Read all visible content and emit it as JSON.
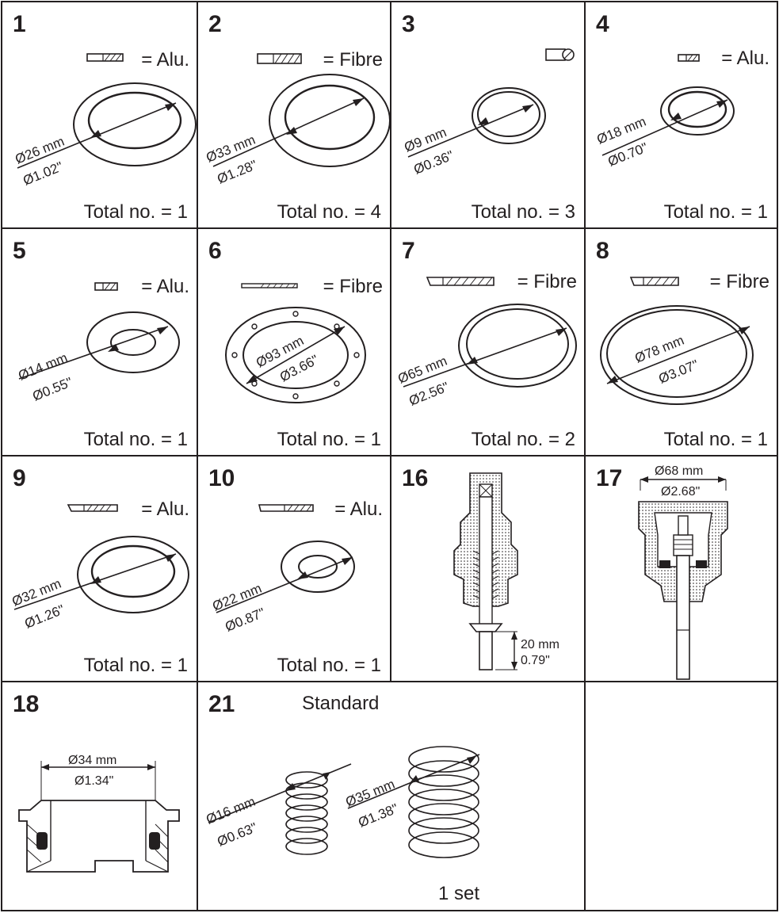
{
  "cells": [
    {
      "num": "1",
      "material": "= Alu.",
      "dim_mm": "Ø26 mm",
      "dim_in": "Ø1.02\"",
      "total": "Total no. = 1"
    },
    {
      "num": "2",
      "material": "= Fibre",
      "dim_mm": "Ø33 mm",
      "dim_in": "Ø1.28\"",
      "total": "Total no. = 4"
    },
    {
      "num": "3",
      "material": "",
      "dim_mm": "Ø9 mm",
      "dim_in": "Ø0.36\"",
      "total": "Total no. = 3"
    },
    {
      "num": "4",
      "material": "= Alu.",
      "dim_mm": "Ø18 mm",
      "dim_in": "Ø0.70\"",
      "total": "Total no. = 1"
    },
    {
      "num": "5",
      "material": "= Alu.",
      "dim_mm": "Ø14 mm",
      "dim_in": "Ø0.55\"",
      "total": "Total no. = 1"
    },
    {
      "num": "6",
      "material": "= Fibre",
      "dim_mm": "Ø93 mm",
      "dim_in": "Ø3.66\"",
      "total": "Total no. = 1"
    },
    {
      "num": "7",
      "material": "= Fibre",
      "dim_mm": "Ø65 mm",
      "dim_in": "Ø2.56\"",
      "total": "Total no. = 2"
    },
    {
      "num": "8",
      "material": "= Fibre",
      "dim_mm": "Ø78 mm",
      "dim_in": "Ø3.07\"",
      "total": "Total no. = 1"
    },
    {
      "num": "9",
      "material": "= Alu.",
      "dim_mm": "Ø32 mm",
      "dim_in": "Ø1.26\"",
      "total": "Total no. = 1"
    },
    {
      "num": "10",
      "material": "= Alu.",
      "dim_mm": "Ø22 mm",
      "dim_in": "Ø0.87\"",
      "total": "Total no. = 1"
    },
    {
      "num": "16",
      "dim_mm": "20 mm",
      "dim_in": "0.79\""
    },
    {
      "num": "17",
      "dim_mm": "Ø68 mm",
      "dim_in": "Ø2.68\""
    },
    {
      "num": "18",
      "dim_mm": "Ø34 mm",
      "dim_in": "Ø1.34\""
    },
    {
      "num": "21",
      "label": "Standard",
      "dim_mm_small": "Ø16 mm",
      "dim_in_small": "Ø0.63\"",
      "dim_mm_large": "Ø35 mm",
      "dim_in_large": "Ø1.38\"",
      "set": "1 set"
    }
  ],
  "colors": {
    "line": "#231f20",
    "background": "#ffffff"
  }
}
